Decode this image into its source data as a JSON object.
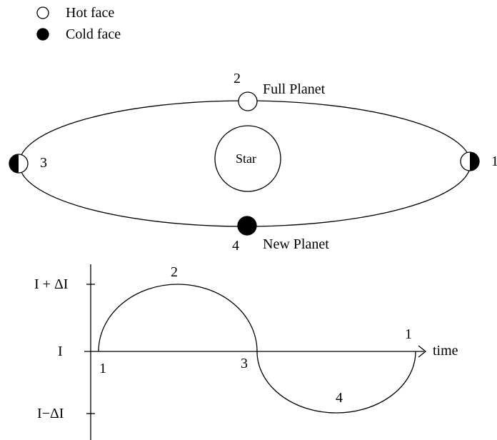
{
  "legend": {
    "hot_label": "Hot face",
    "cold_label": "Cold face"
  },
  "orbit": {
    "star_label": "Star",
    "positions": {
      "p1": "1",
      "p2": "2",
      "p3": "3",
      "p4": "4"
    },
    "full_planet_label": "Full Planet",
    "new_planet_label": "New Planet"
  },
  "graph": {
    "y_labels": {
      "high": "I + ΔI",
      "mid": "I",
      "low": "I−ΔI"
    },
    "x_axis_label": "time",
    "point_labels": {
      "start": "1",
      "peak": "2",
      "cross": "3",
      "trough": "4",
      "end": "1"
    }
  },
  "colors": {
    "line": "#000000",
    "hot_face": "#ffffff",
    "cold_face": "#000000",
    "background": "#ffffff"
  }
}
